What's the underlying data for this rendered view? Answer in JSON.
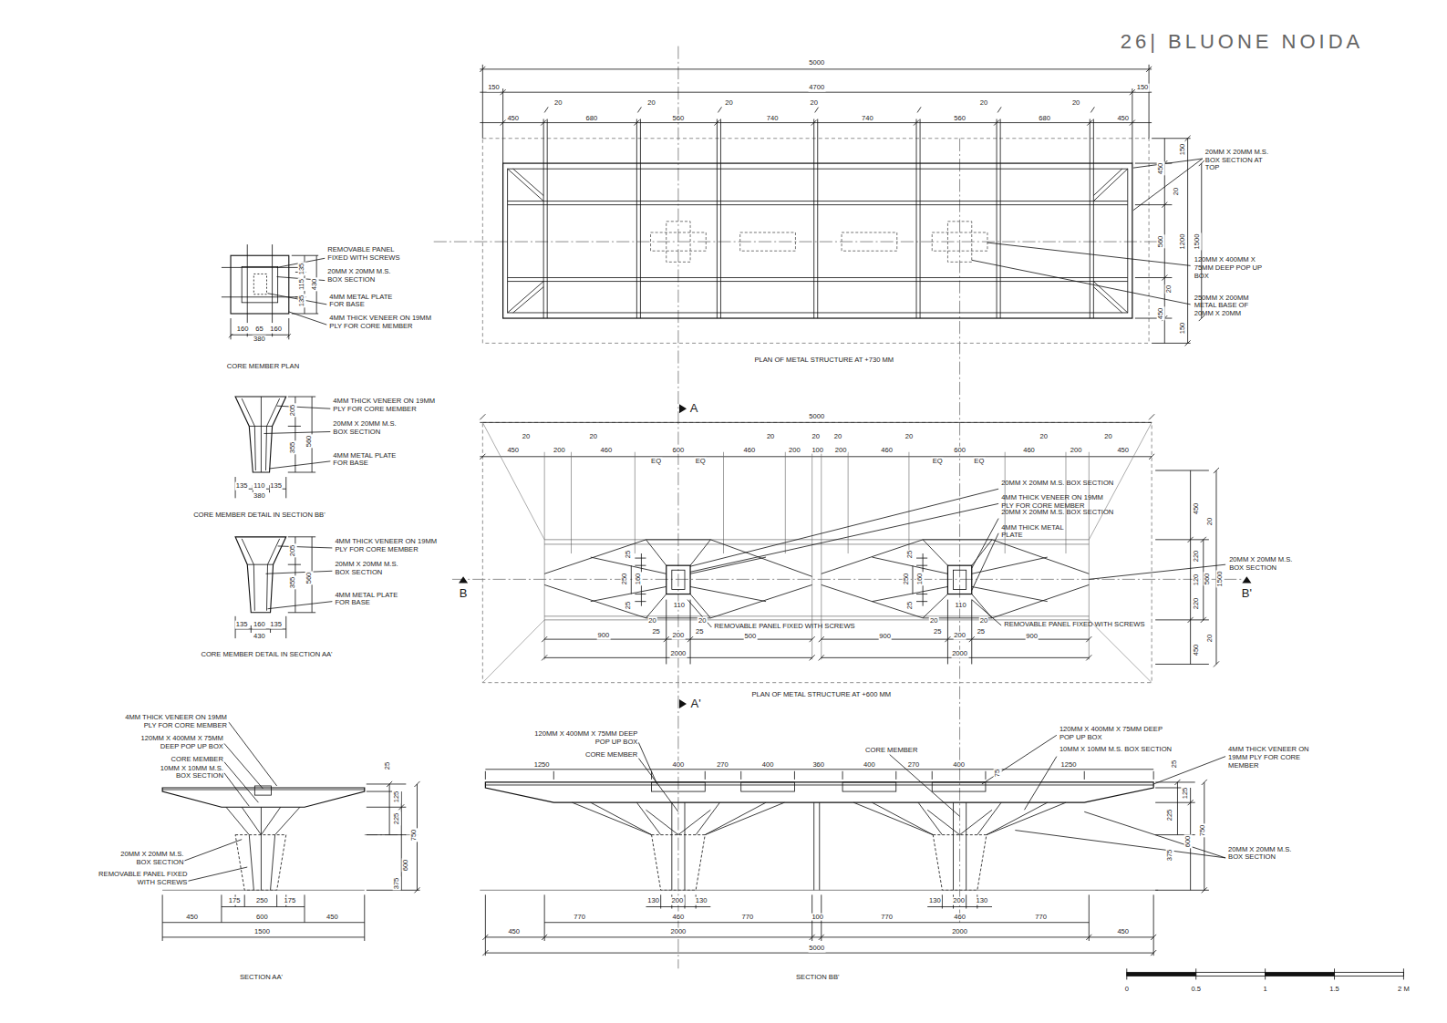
{
  "diagram": {
    "title": "26| BLUONE NOIDA",
    "labels": [
      "5000",
      "150",
      "4700",
      "150",
      "20",
      "20",
      "20",
      "20",
      "20",
      "20",
      "450",
      "680",
      "560",
      "740",
      "740",
      "560",
      "680",
      "450",
      "150",
      "450",
      "20",
      "560",
      "1200",
      "1500",
      "20",
      "450",
      "150",
      "20MM X 20MM M.S. BOX SECTION AT TOP",
      "120MM X 400MM X 75MM DEEP POP UP BOX",
      "250MM X 200MM METAL BASE OF 20MM X 20MM",
      "PLAN OF METAL STRUCTURE AT +730 MM",
      "REMOVABLE PANEL FIXED WITH SCREWS",
      "20MM X 20MM M.S. BOX SECTION",
      "4MM METAL PLATE FOR BASE",
      "4MM THICK VENEER ON 19MM PLY FOR CORE MEMBER",
      "135",
      "115",
      "135",
      "430",
      "160",
      "65",
      "160",
      "380",
      "CORE MEMBER PLAN",
      "4MM THICK VENEER ON 19MM PLY FOR CORE MEMBER",
      "20MM X 20MM M.S. BOX SECTION",
      "4MM METAL PLATE FOR BASE",
      "205",
      "560",
      "355",
      "135",
      "110",
      "135",
      "380",
      "CORE MEMBER DETAIL IN SECTION BB'",
      "4MM THICK VENEER ON 19MM PLY FOR CORE MEMBER",
      "20MM X 20MM M.S. BOX SECTION",
      "4MM METAL PLATE FOR BASE",
      "205",
      "560",
      "355",
      "135",
      "160",
      "135",
      "430",
      "CORE MEMBER DETAIL IN SECTION AA'",
      "A",
      "5000",
      "20",
      "20",
      "20",
      "20",
      "20",
      "20",
      "20",
      "20",
      "450",
      "200",
      "460",
      "600",
      "460",
      "200",
      "100",
      "200",
      "460",
      "600",
      "460",
      "200",
      "450",
      "EQ",
      "EQ",
      "EQ",
      "EQ",
      "20MM X 20MM M.S. BOX SECTION",
      "4MM THICK VENEER ON 19MM PLY FOR CORE MEMBER",
      "20MM X 20MM M.S. BOX SECTION",
      "4MM THICK METAL PLATE",
      "450",
      "20",
      "220",
      "120",
      "220",
      "560",
      "1500",
      "20",
      "450",
      "20MM X 20MM M.S. BOX SECTION",
      "B",
      "B'",
      "25",
      "250",
      "160",
      "25",
      "110",
      "20",
      "25",
      "200",
      "25",
      "20",
      "REMOVABLE PANEL FIXED WITH SCREWS",
      "25",
      "250",
      "160",
      "25",
      "110",
      "20",
      "25",
      "200",
      "25",
      "20",
      "REMOVABLE PANEL FIXED WITH SCREWS",
      "900",
      "500",
      "900",
      "900",
      "2000",
      "2000",
      "PLAN OF METAL STRUCTURE AT +600 MM",
      "A'",
      "4MM THICK VENEER ON 19MM PLY FOR CORE MEMBER",
      "120MM X 400MM X 75MM DEEP POP UP BOX",
      "CORE MEMBER",
      "10MM X 10MM M.S. BOX SECTION",
      "25",
      "125",
      "225",
      "750",
      "600",
      "375",
      "20MM X 20MM M.S. BOX SECTION",
      "REMOVABLE PANEL FIXED WITH SCREWS",
      "175",
      "250",
      "175",
      "450",
      "600",
      "450",
      "1500",
      "SECTION AA'",
      "120MM X 400MM X 75MM DEEP POP UP BOX",
      "CORE MEMBER",
      "1250",
      "400",
      "270",
      "400",
      "360",
      "400",
      "270",
      "400",
      "1250",
      "CORE MEMBER",
      "120MM X 400MM X 75MM DEEP POP UP BOX",
      "10MM X 10MM M.S. BOX SECTION",
      "75",
      "4MM THICK VENEER ON 19MM PLY FOR CORE MEMBER",
      "25",
      "125",
      "225",
      "750",
      "600",
      "375",
      "20MM X 20MM M.S. BOX SECTION",
      "130",
      "200",
      "130",
      "130",
      "200",
      "130",
      "770",
      "460",
      "770",
      "100",
      "770",
      "460",
      "770",
      "450",
      "2000",
      "2000",
      "450",
      "5000",
      "SECTION BB'",
      "0",
      "0.5",
      "1",
      "1.5",
      "2 M"
    ]
  }
}
